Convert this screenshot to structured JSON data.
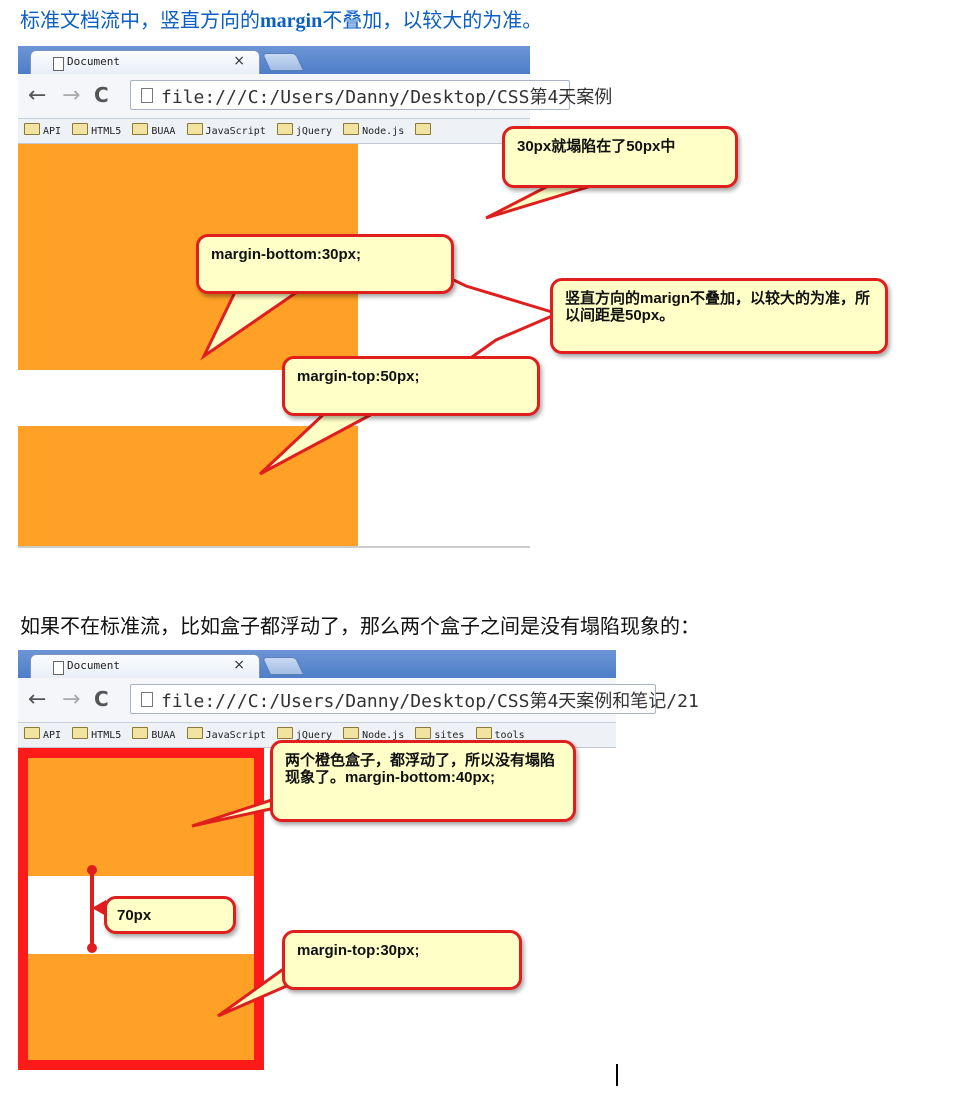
{
  "heading1": {
    "before": "标准文档流中，竖直方向的",
    "bold": "margin",
    "after": "不叠加，以较大的为准。"
  },
  "paragraph2": "如果不在标准流，比如盒子都浮动了，那么两个盒子之间是没有塌陷现象的：",
  "browser1": {
    "tab_title": "Document",
    "tab_close": "×",
    "url": "file:///C:/Users/Danny/Desktop/CSS第4天案例",
    "bookmarks": [
      "API",
      "HTML5",
      "BUAA",
      "JavaScript",
      "jQuery",
      "Node.js",
      ""
    ],
    "callouts": {
      "collapse_note": "30px就塌陷在了50px中",
      "margin_bottom": "margin-bottom:30px;",
      "rule_note": "竖直方向的marign不叠加，以较大的为准，所以间距是50px。",
      "margin_top": "margin-top:50px;"
    }
  },
  "browser2": {
    "tab_title": "Document",
    "tab_close": "×",
    "url": "file:///C:/Users/Danny/Desktop/CSS第4天案例和笔记/21",
    "bookmarks": [
      "API",
      "HTML5",
      "BUAA",
      "JavaScript",
      "jQuery",
      "Node.js",
      "sites",
      "tools"
    ],
    "callouts": {
      "float_note": "两个橙色盒子，都浮动了，所以没有塌陷现象了。margin-bottom:40px;",
      "gap_label": "70px",
      "margin_top": "margin-top:30px;"
    }
  },
  "colors": {
    "box_orange": "#ffa126",
    "callout_border": "#e11e1e",
    "callout_fill": "#ffffc8",
    "heading_blue": "#0b5fc4",
    "float_container_border": "#ff1a1a"
  }
}
